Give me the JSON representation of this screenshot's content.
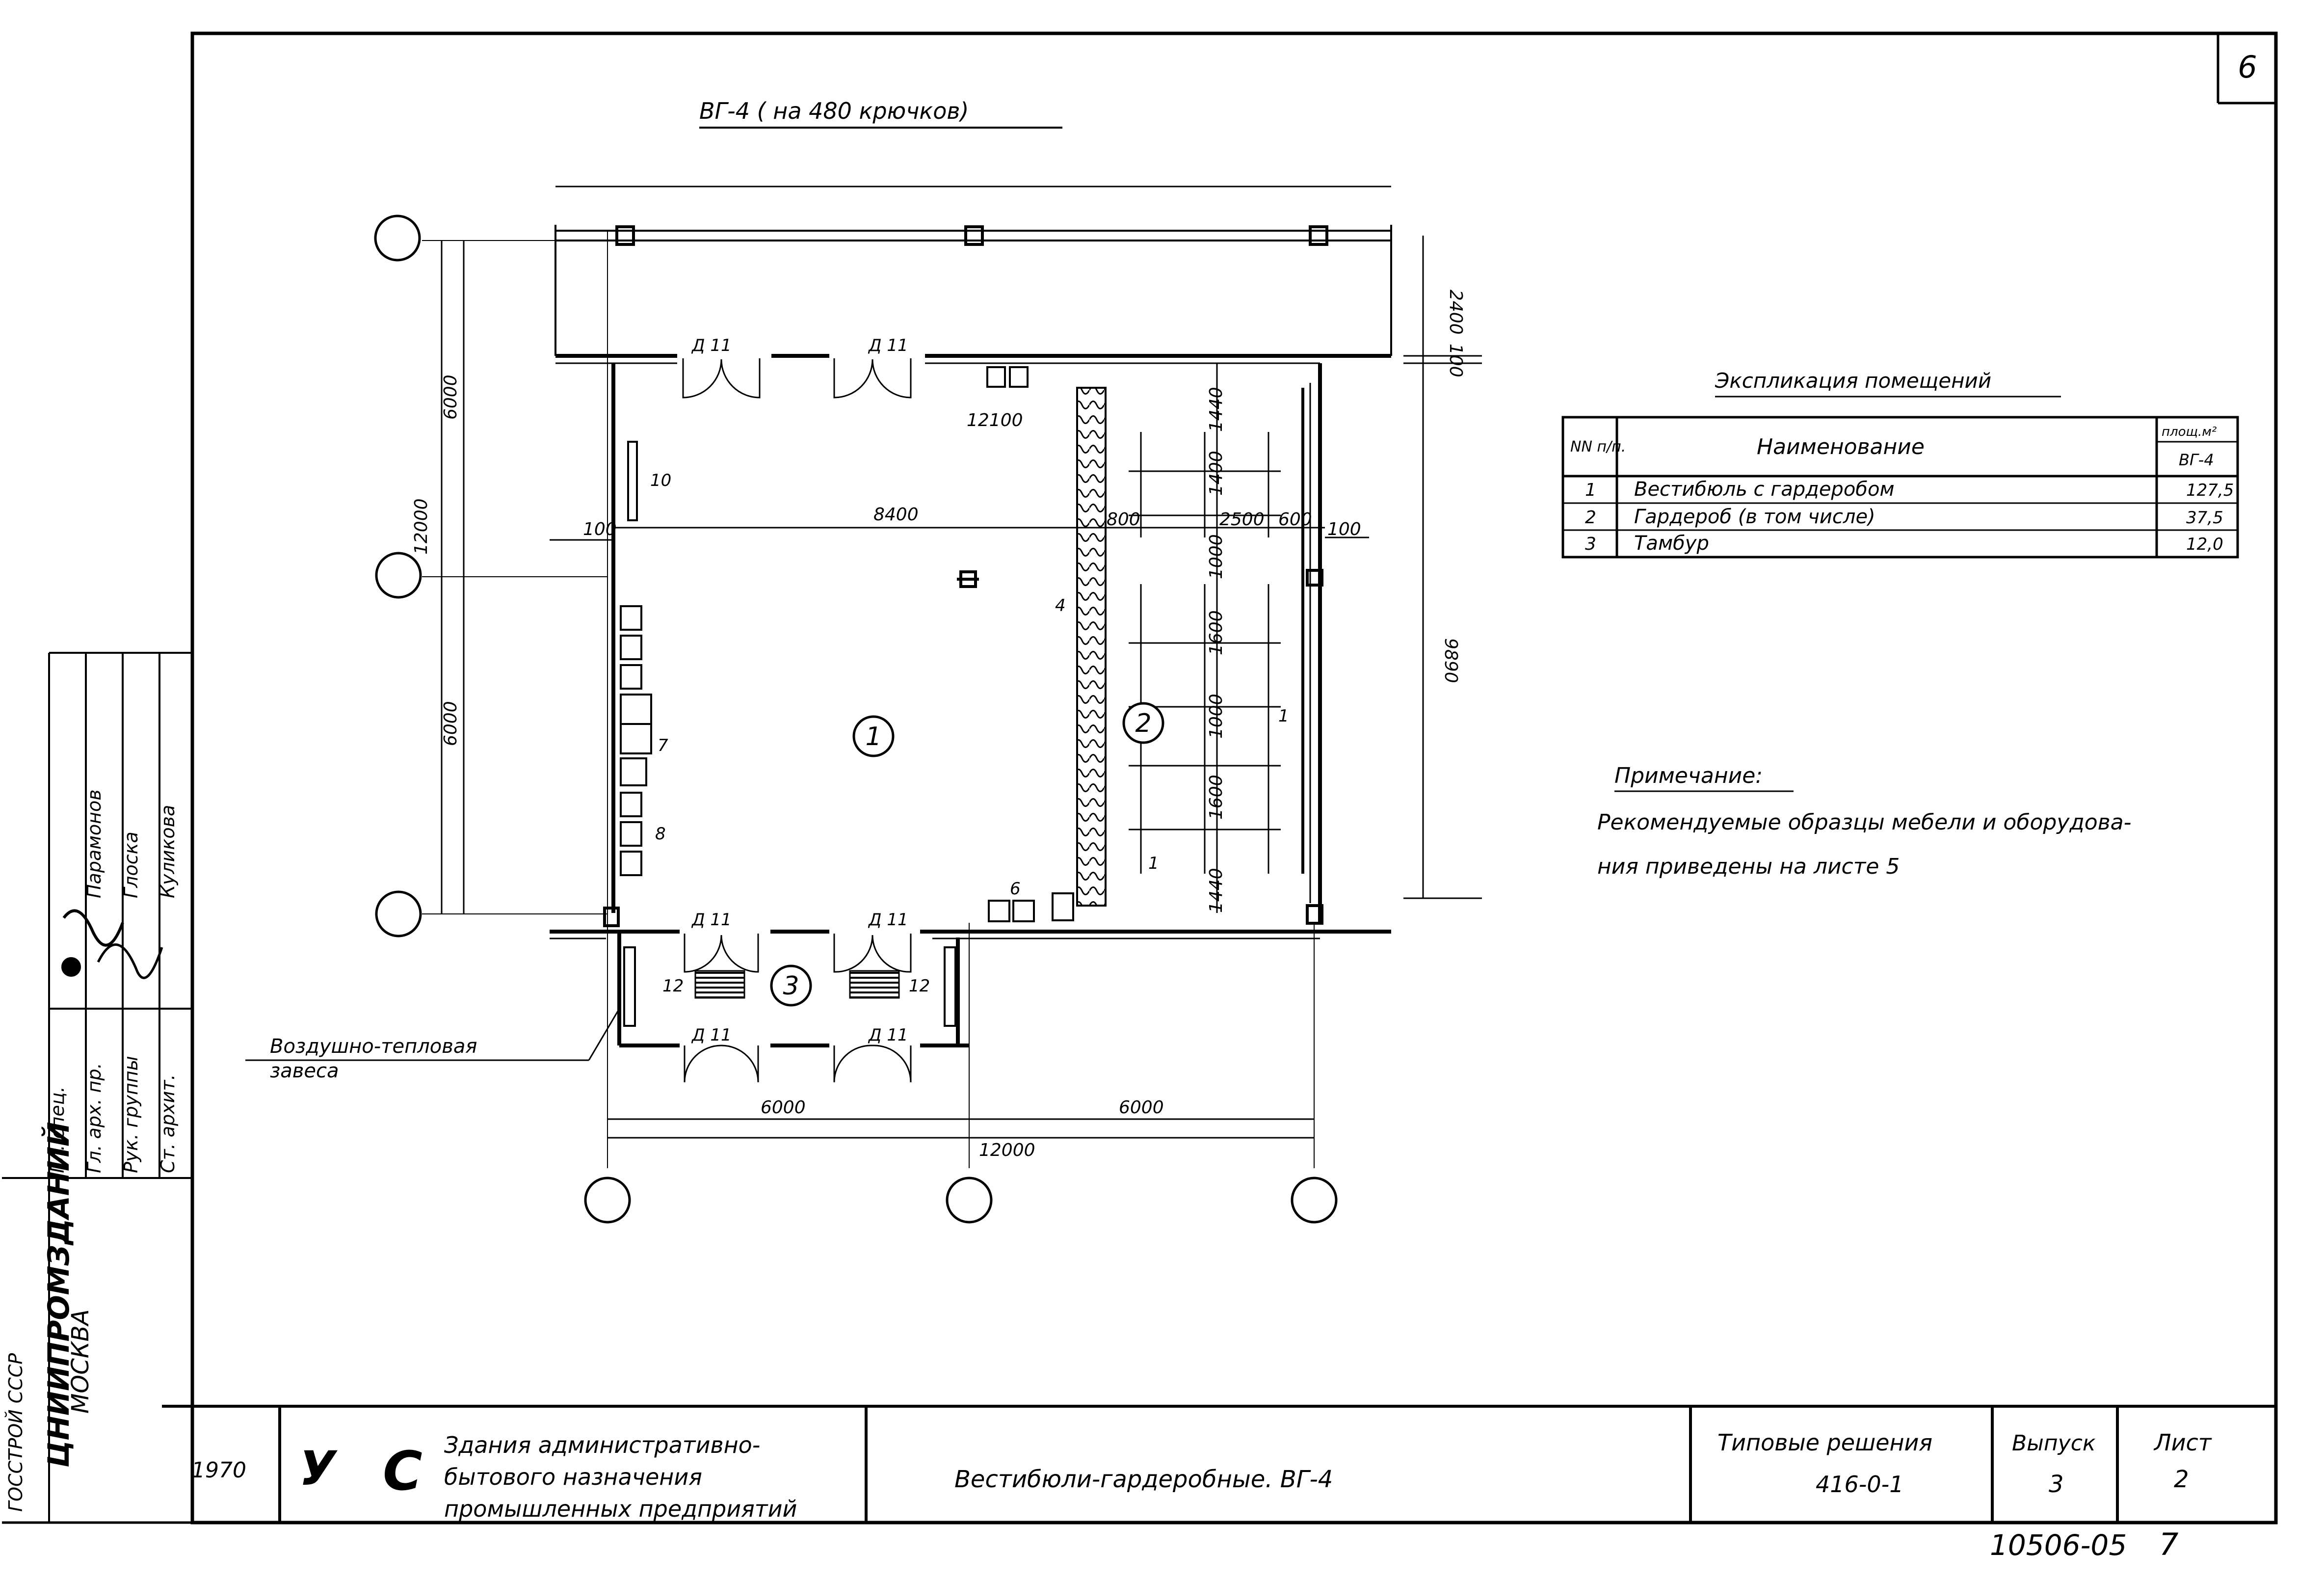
{
  "sheet": {
    "sheet_number": "6",
    "plan_title": "ВГ-4 ( на 480 крючков)",
    "copy_number": "10506-05",
    "page_mark": "7"
  },
  "explication": {
    "title": "Экспликация помещений",
    "header_no": "NN п/п.",
    "header_name": "Наименование",
    "header_area": "площ.м²",
    "header_area_sub": "ВГ-4",
    "rows": [
      {
        "no": "1",
        "name": "Вестибюль с гардеробом",
        "area": "127,5"
      },
      {
        "no": "2",
        "name": "Гардероб (в том числе)",
        "area": "37,5"
      },
      {
        "no": "3",
        "name": "Тамбур",
        "area": "12,0"
      }
    ]
  },
  "note": {
    "title": "Примечание:",
    "line1": "Рекомендуемые образцы мебели и оборудова-",
    "line2": "ния приведены на листе 5"
  },
  "plan": {
    "room_1": "1",
    "room_2": "2",
    "room_3": "3",
    "air_curtain_1": "Воздушно-тепловая",
    "air_curtain_2": "завеса",
    "dims": {
      "top_width": "12100",
      "inner_width": "8400",
      "d_800": "800",
      "d_2500": "2500",
      "d_600": "600",
      "d_100_left": "100",
      "d_100_right": "100",
      "d_100_top": "100",
      "d_2400": "2400",
      "d_9890": "9890",
      "left_12000": "12000",
      "left_6000_top": "6000",
      "left_6000_bottom": "6000",
      "bottom_6000_left": "6000",
      "bottom_6000_right": "6000",
      "bottom_12000": "12000",
      "c_1440_top": "1440",
      "c_1400": "1400",
      "c_1000_a": "1000",
      "c_1600_a": "1600",
      "c_1000_b": "1000",
      "c_1600_b": "1600",
      "c_1440_bottom": "1440"
    },
    "labels": {
      "door_top_1": "Д 11",
      "door_top_2": "Д 11",
      "door_mid_1": "Д 11",
      "door_mid_2": "Д 11",
      "door_bot_1": "Д 11",
      "door_bot_2": "Д 11",
      "item_10": "10",
      "item_4": "4",
      "item_7": "7",
      "item_8": "8",
      "item_6": "6",
      "item_1a": "1",
      "item_1b": "1",
      "item_12a": "12",
      "item_12b": "12"
    }
  },
  "side_stamp": {
    "org1": "ГОССТРОЙ СССР",
    "org2": "ЦНИИПРОМЗДАНИЙ",
    "org3": "МОСКВА",
    "roles": [
      "Гл. спец.",
      "Гл. арх. пр.",
      "Рук. группы",
      "Ст. архит."
    ],
    "names": [
      "Парамонов",
      "Глоска",
      "Куликова"
    ]
  },
  "title_block": {
    "year": "1970",
    "mark_u": "У",
    "mark_c": "С",
    "desc_line1": "Здания административно-",
    "desc_line2": "бытового назначения",
    "desc_line3": "промышленных предприятий",
    "drawing_title": "Вестибюли-гардеробные. ВГ-4",
    "series_label": "Типовые решения",
    "series_value": "416-0-1",
    "issue_label": "Выпуск",
    "issue_value": "3",
    "sheet_label": "Лист",
    "sheet_value": "2"
  },
  "colors": {
    "ink": "#000000",
    "paper": "#ffffff"
  }
}
